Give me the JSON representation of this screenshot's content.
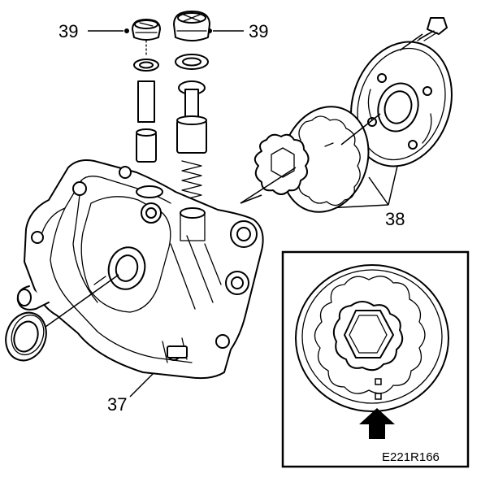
{
  "diagram": {
    "labels": {
      "cap_left": "39",
      "cap_right": "39",
      "rotor_set": "38",
      "housing": "37"
    },
    "inset_code": "E221R166"
  }
}
